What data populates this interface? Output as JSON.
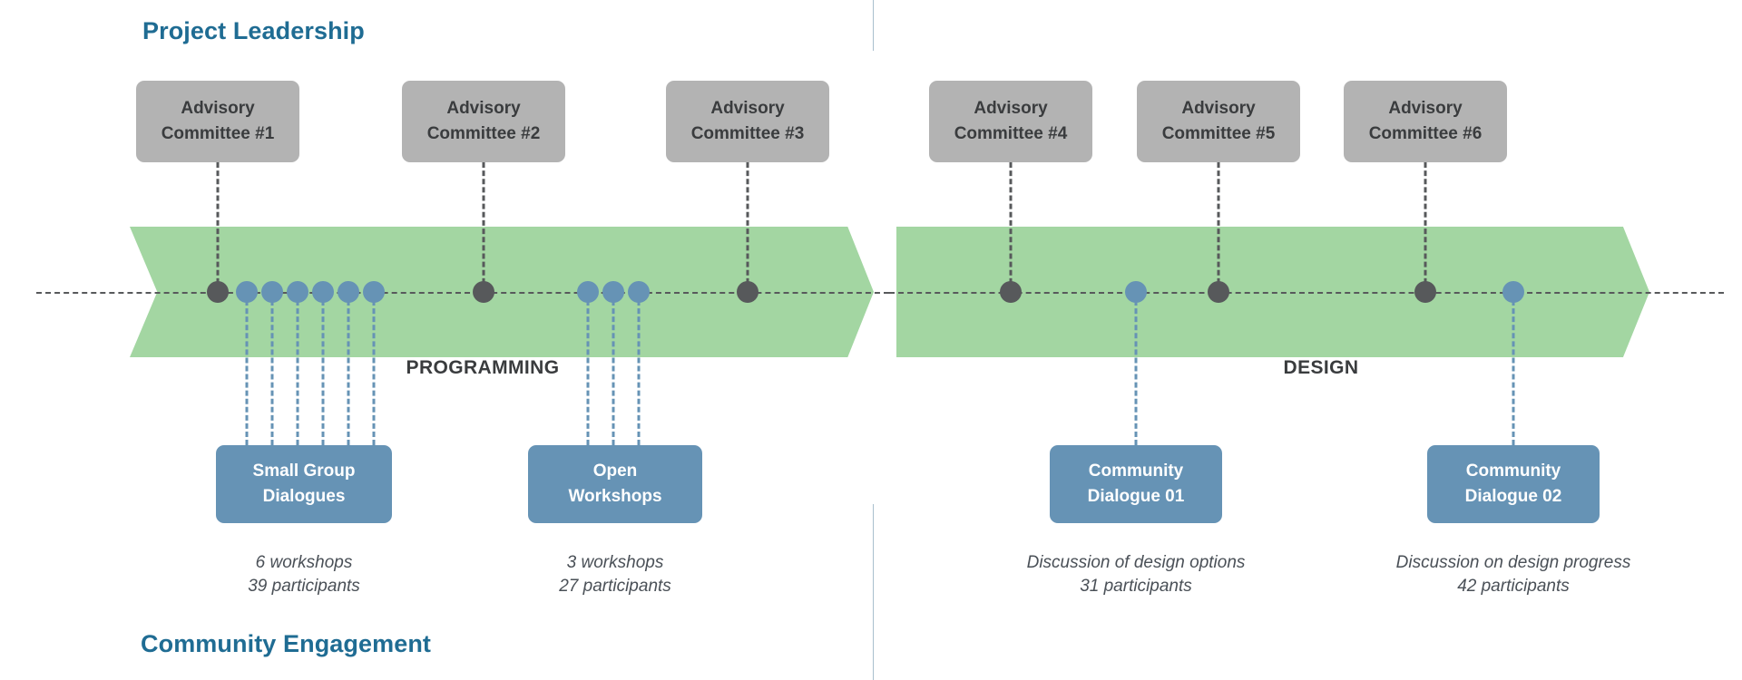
{
  "headings": {
    "leadership": "Project Leadership",
    "engagement": "Community Engagement"
  },
  "phases": [
    {
      "key": "programming",
      "label": "PROGRAMMING"
    },
    {
      "key": "design",
      "label": "DESIGN"
    }
  ],
  "committees": [
    {
      "line1": "Advisory",
      "line2": "Committee #1"
    },
    {
      "line1": "Advisory",
      "line2": "Committee #2"
    },
    {
      "line1": "Advisory",
      "line2": "Committee #3"
    },
    {
      "line1": "Advisory",
      "line2": "Committee #4"
    },
    {
      "line1": "Advisory",
      "line2": "Committee #5"
    },
    {
      "line1": "Advisory",
      "line2": "Committee #6"
    }
  ],
  "engagements": [
    {
      "line1": "Small Group",
      "line2": "Dialogues",
      "caption1": "6 workshops",
      "caption2": "39 participants"
    },
    {
      "line1": "Open",
      "line2": "Workshops",
      "caption1": "3 workshops",
      "caption2": "27 participants"
    },
    {
      "line1": "Community",
      "line2": "Dialogue 01",
      "caption1": "Discussion of design options",
      "caption2": "31 participants"
    },
    {
      "line1": "Community",
      "line2": "Dialogue 02",
      "caption1": "Discussion on design progress",
      "caption2": "42 participants"
    }
  ],
  "colors": {
    "heading_blue": "#1F6C93",
    "phase_green": "#A3D6A2",
    "committee_gray": "#B3B3B3",
    "engagement_blue": "#6693B5",
    "spine_dark": "#57595B",
    "caption_text": "#4A5057"
  }
}
